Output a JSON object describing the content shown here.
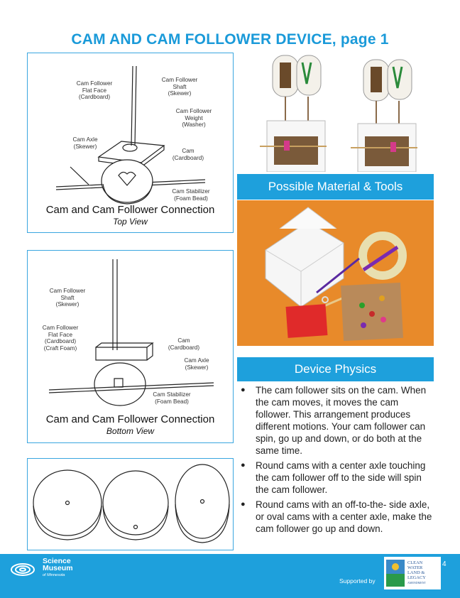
{
  "page": {
    "title": "CAM AND CAM FOLLOWER DEVICE, page 1",
    "page_number": "4"
  },
  "top_view": {
    "labels": {
      "flat_face": "Cam Follower\nFlat Face\n(Cardboard)",
      "shaft": "Cam Follower\nShaft\n(Skewer)",
      "weight": "Cam Follower\nWeight\n(Washer)",
      "axle": "Cam Axle\n(Skewer)",
      "cam": "Cam\n(Cardboard)",
      "stabilizer": "Cam Stabilizer\n(Foam Bead)"
    },
    "caption": "Cam and Cam Follower Connection",
    "subcaption": "Top View"
  },
  "bottom_view": {
    "labels": {
      "shaft": "Cam Follower\nShaft\n(Skewer)",
      "flat_face": "Cam Follower\nFlat Face\n(Cardboard)\n(Craft Foam)",
      "cam": "Cam\n(Cardboard)",
      "axle": "Cam Axle\n(Skewer)",
      "stabilizer": "Cam Stabilizer\n(Foam Bead)"
    },
    "caption": "Cam and Cam Follower Connection",
    "subcaption": "Bottom View"
  },
  "materials_banner": "Possible Material & Tools",
  "physics": {
    "banner": "Device Physics",
    "bullets": [
      "The cam follower sits on the cam. When the cam moves, it moves the cam follower. This arrangement produces different motions. Your cam follower can spin, go up and down, or do both at the same time.",
      "Round cams with a center axle touching the cam follower off to the side will spin the cam follower.",
      "Round cams with an off-to-the- side axle, or oval cams with a center axle, make the cam follower go up and down."
    ]
  },
  "footer": {
    "logo_name_1": "Science",
    "logo_name_2": "Museum",
    "logo_name_3": "of Minnesota",
    "supported_by": "Supported by",
    "partner_logo": [
      "CLEAN",
      "WATER",
      "LAND &",
      "LEGACY",
      "AMENDMENT"
    ]
  },
  "colors": {
    "accent": "#1ea0dc",
    "title": "#1a9ad9",
    "photo_background": "#e88a2a"
  }
}
